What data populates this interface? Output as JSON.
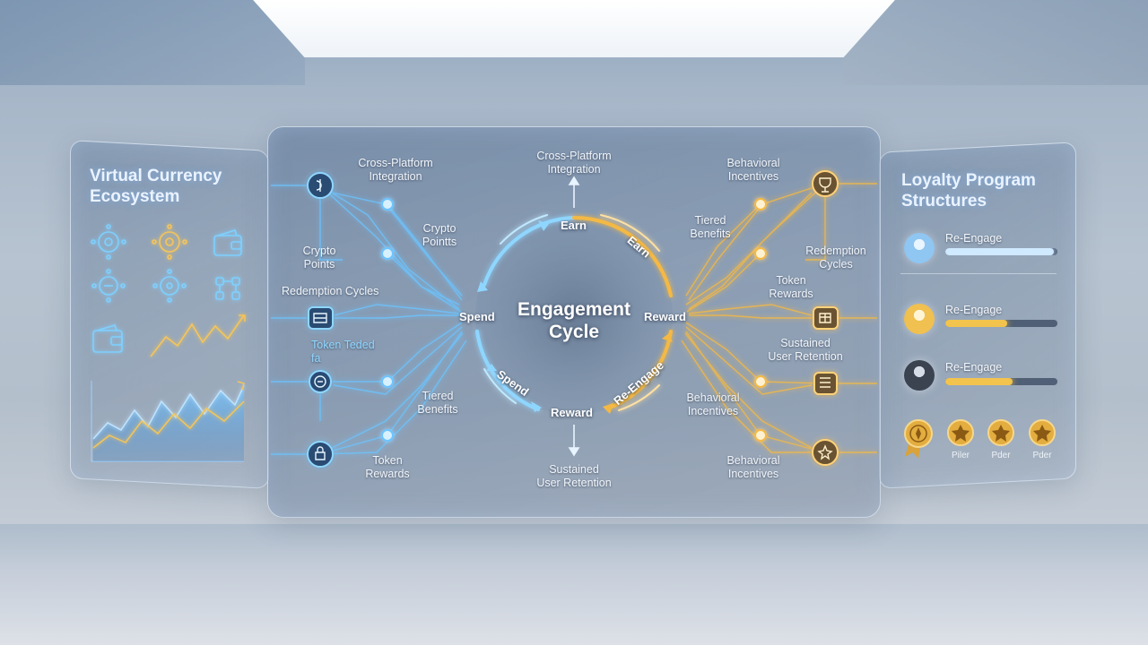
{
  "left_panel": {
    "title": "Virtual Currency Ecosystem",
    "icons": [
      "coin-network-icon",
      "gold-coin-network-icon",
      "wallet-icon",
      "token-network-icon",
      "token-node-icon",
      "node-graph-icon",
      "wallet-card-icon",
      "trend-line-icon"
    ],
    "chart_icon": "area-chart-icon"
  },
  "center_panel": {
    "title_line1": "Engagement",
    "title_line2": "Cycle",
    "cycle_labels": {
      "earn_top": "Earn",
      "earn_right": "Earn",
      "spend_left": "Spend",
      "spend_bottom": "Spend",
      "reward_right": "Reward",
      "reward_bottom": "Reward",
      "re_engage": "Re-Engage"
    },
    "top_label": [
      "Cross-Platform",
      "Integration"
    ],
    "bottom_label": [
      "Sustained",
      "User Retention"
    ],
    "left_labels": {
      "cross_platform": [
        "Cross-Platform",
        "Integration"
      ],
      "crypto_points_right": [
        "Crypto",
        "Pointts"
      ],
      "crypto_points_left": [
        "Crypto",
        "Points"
      ],
      "redemption": "Redemption Cycles",
      "token_traded": [
        "Token Teded",
        "fa"
      ],
      "tiered": [
        "Tiered",
        "Benefits"
      ],
      "token_rewards": [
        "Token",
        "Rewards"
      ]
    },
    "right_labels": {
      "behavioral_top": [
        "Behavioral",
        "Incentives"
      ],
      "tiered": [
        "Tiered",
        "Benefits"
      ],
      "redemption": [
        "Redemption",
        "Cycles"
      ],
      "token_rewards": [
        "Token",
        "Rewards"
      ],
      "sustained": [
        "Sustained",
        "User Retention"
      ],
      "behavioral_mid": [
        "Behavioral",
        "Incentives"
      ],
      "behavioral_bottom": [
        "Behavioral",
        "Incentives"
      ]
    },
    "colors": {
      "blue": "#5ab8ff",
      "gold": "#f4b944"
    }
  },
  "right_panel": {
    "title": "Loyalty Program Structures",
    "tiers": [
      {
        "label": "Re-Engage",
        "level": 0.97,
        "color": "#cfe9ff",
        "avatar": "#8fc6f2"
      },
      {
        "label": "Re-Engage",
        "level": 0.55,
        "color": "#f2c44e",
        "avatar": "#f0c050"
      },
      {
        "label": "Re-Engage",
        "level": 0.6,
        "color": "#f2c44e",
        "avatar": "#3b4350"
      }
    ],
    "badges": [
      "Piler",
      "Pder",
      "Pder"
    ]
  }
}
